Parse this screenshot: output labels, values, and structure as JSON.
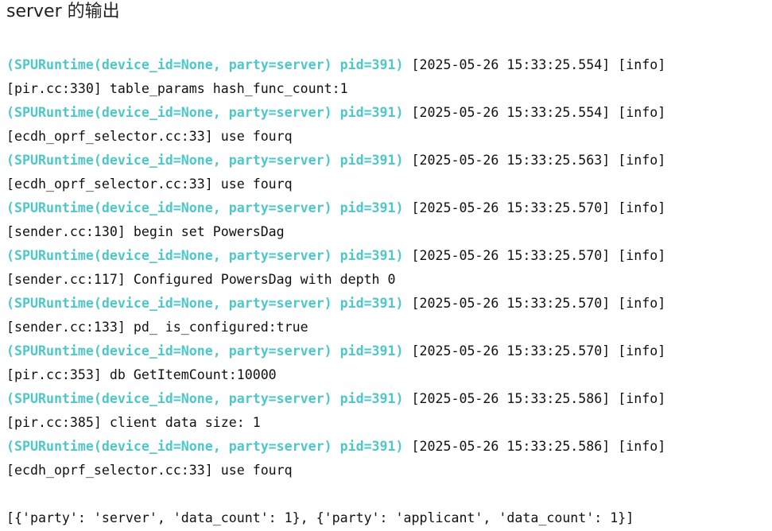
{
  "title": "server 的输出",
  "colors": {
    "process_prefix": "#4ec7c9",
    "text": "#111111"
  },
  "log": {
    "entries": [
      {
        "prefix": "(SPURuntime(device_id=None, party=server) pid=391)",
        "header": " [2025-05-26 15:33:25.554] [info]",
        "message": "[pir.cc:330] table_params hash_func_count:1"
      },
      {
        "prefix": "(SPURuntime(device_id=None, party=server) pid=391)",
        "header": " [2025-05-26 15:33:25.554] [info]",
        "message": "[ecdh_oprf_selector.cc:33] use fourq"
      },
      {
        "prefix": "(SPURuntime(device_id=None, party=server) pid=391)",
        "header": " [2025-05-26 15:33:25.563] [info]",
        "message": "[ecdh_oprf_selector.cc:33] use fourq"
      },
      {
        "prefix": "(SPURuntime(device_id=None, party=server) pid=391)",
        "header": " [2025-05-26 15:33:25.570] [info]",
        "message": "[sender.cc:130] begin set PowersDag"
      },
      {
        "prefix": "(SPURuntime(device_id=None, party=server) pid=391)",
        "header": " [2025-05-26 15:33:25.570] [info]",
        "message": "[sender.cc:117] Configured PowersDag with depth 0"
      },
      {
        "prefix": "(SPURuntime(device_id=None, party=server) pid=391)",
        "header": " [2025-05-26 15:33:25.570] [info]",
        "message": "[sender.cc:133] pd_ is_configured:true"
      },
      {
        "prefix": "(SPURuntime(device_id=None, party=server) pid=391)",
        "header": " [2025-05-26 15:33:25.570] [info]",
        "message": "[pir.cc:353] db GetItemCount:10000"
      },
      {
        "prefix": "(SPURuntime(device_id=None, party=server) pid=391)",
        "header": " [2025-05-26 15:33:25.586] [info]",
        "message": "[pir.cc:385] client data size: 1"
      },
      {
        "prefix": "(SPURuntime(device_id=None, party=server) pid=391)",
        "header": " [2025-05-26 15:33:25.586] [info]",
        "message": "[ecdh_oprf_selector.cc:33] use fourq"
      }
    ]
  },
  "result": "[{'party': 'server', 'data_count': 1}, {'party': 'applicant', 'data_count': 1}]"
}
